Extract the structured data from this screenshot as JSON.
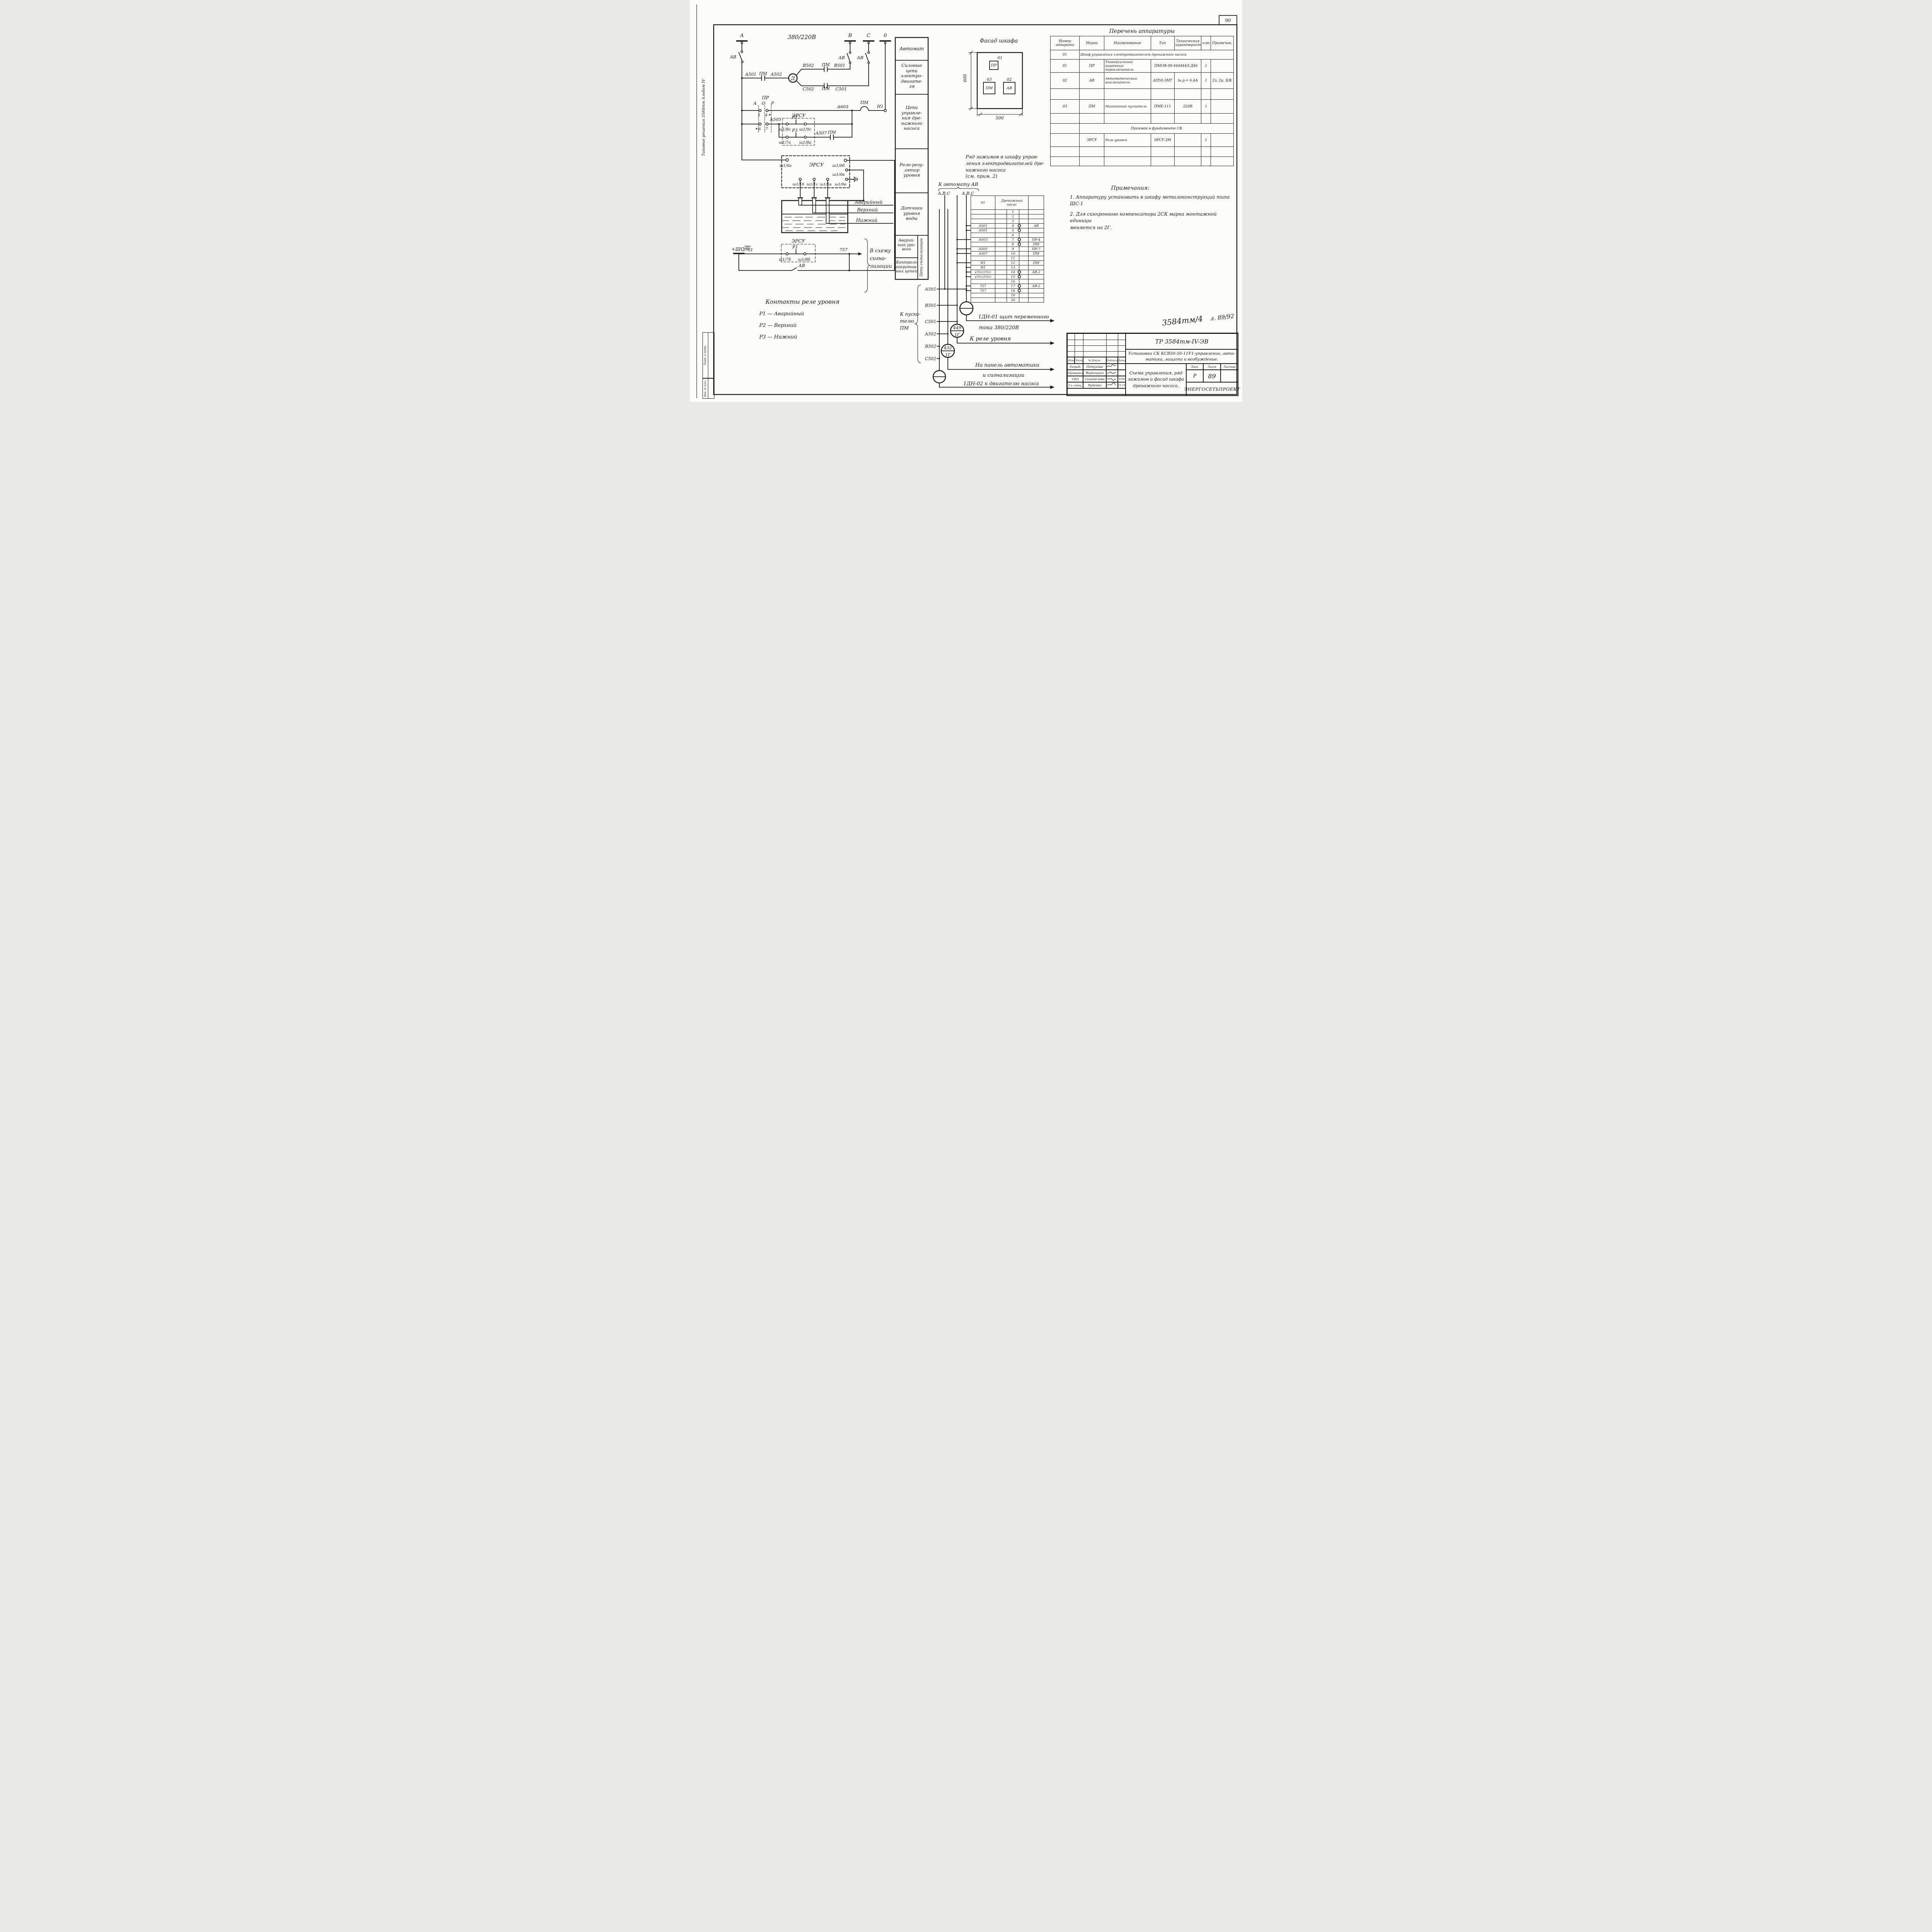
{
  "margin": {
    "page": "90",
    "side": "Типовые решения 3584тм      Альбом IV",
    "stamp_top": "Подп. и дата",
    "stamp_bottom": "Инв. № подл."
  },
  "power": {
    "voltage": "380/220В",
    "ph_a": "А",
    "ph_b": "В",
    "ph_c": "С",
    "ph_0": "0",
    "av1": "АВ",
    "av2": "АВ",
    "av3": "АВ",
    "a501": "А501",
    "pm_a": "ПМ",
    "a502": "А502",
    "b502": "В502",
    "pm_b": "ПМ",
    "b501": "В501",
    "c502": "С502",
    "pm_c": "ПМ",
    "c501": "С501",
    "motor": "Д"
  },
  "control": {
    "pr": "ПР",
    "col_a": "А",
    "col_o": "О",
    "col_r": "Р",
    "c1": "1",
    "c4": "4",
    "c6": "6",
    "c7": "7",
    "a505": "А505",
    "ersu": "ЭРСУ",
    "r2": "Р2",
    "r2_t1": "ш1/8с",
    "r2_t2": "ш1/9с",
    "r3": "Р3",
    "r3_t1": "ш1/7а",
    "r3_t2": "ш1/8а",
    "a507": "А507",
    "pm_ct": "ПМ",
    "a603": "А603",
    "pm_coil": "ПМ",
    "n1": "Н1"
  },
  "regulator": {
    "ersu": "ЭРСУ",
    "t0a": "ш1/0а",
    "t0b": "ш1/0б",
    "t0v": "ш1/0в",
    "b1": "ш1/1б",
    "b2": "ш1/1с",
    "b3": "ш1/1в",
    "b4": "ш1/0в"
  },
  "levels": {
    "l1": "Аварийный",
    "l2": "Верхний",
    "l3": "Нижний"
  },
  "signal": {
    "bus": "+ШС",
    "bus_idx": "III",
    "w3701": "3701",
    "ersu": "ЭРСУ",
    "r1": "Р1",
    "t1": "ш1/7б",
    "t2": "ш1/8б",
    "w757": "757",
    "av": "АВ",
    "dest": "В схему\nсигна-\nлизации"
  },
  "legend": {
    "title": "Контакты реле уровня",
    "i1": "Р1 — Аварийный",
    "i2": "Р2 — Верхний",
    "i3": "Р3 — Нижний"
  },
  "zones": {
    "z1": "Автомат",
    "z2": "Силовые\nцепи\nэлектро-\nдвигате-\nля",
    "z3": "Цепи\nуправле-\nния дре-\nнажного\nнасоса",
    "z4": "Реле-регу-\nлятор\nуровня",
    "z5": "Датчики\nуровня\nводы",
    "z6": "Аварий-\nный уро-\nвень",
    "z7": "Контроль\nоператив-\nных цепей",
    "vert": "Цепи сигнализации"
  },
  "facade": {
    "title": "Фасад шкафа",
    "dim_h": "600",
    "dim_w": "500",
    "pr": "ПР",
    "no_pr": "01",
    "pm": "ПМ",
    "no_pm": "03",
    "av": "АВ",
    "no_av": "02"
  },
  "tstrip": {
    "note": "Ряд зажимов в шкафу управ-\nления электродвигателей дре-\nнажного насоса\n(см. прим. 2)",
    "to_avt": "К автомату АВ",
    "abc1": "А,В,С",
    "abc2": "А,В,С",
    "dev": "01",
    "dev_name": "Дренажный\nнасос",
    "rows": [
      {
        "n": "1",
        "l": "",
        "r": ""
      },
      {
        "n": "2",
        "l": "",
        "r": ""
      },
      {
        "n": "3",
        "l": "",
        "r": ""
      },
      {
        "n": "4",
        "l": "А501",
        "r": "АВ"
      },
      {
        "n": "5",
        "l": "А501",
        "r": ""
      },
      {
        "n": "6",
        "l": "",
        "r": ""
      },
      {
        "n": "7",
        "l": "А503",
        "r": "ПР-4"
      },
      {
        "n": "8",
        "l": "",
        "r": "ПМ"
      },
      {
        "n": "9",
        "l": "А505",
        "r": "ПР-7"
      },
      {
        "n": "10",
        "l": "А507",
        "r": "ПМ"
      },
      {
        "n": "11",
        "l": "",
        "r": ""
      },
      {
        "n": "12",
        "l": "Н1",
        "r": "ПМ"
      },
      {
        "n": "13",
        "l": "Н1",
        "r": ""
      },
      {
        "n": "14",
        "l": "4701(3701)",
        "r": "АВ-2"
      },
      {
        "n": "15",
        "l": "4701(3701)",
        "r": ""
      },
      {
        "n": "16",
        "l": "",
        "r": ""
      },
      {
        "n": "17",
        "l": "757",
        "r": "АВ-2"
      },
      {
        "n": "18",
        "l": "757",
        "r": ""
      },
      {
        "n": "19",
        "l": "",
        "r": ""
      },
      {
        "n": "20",
        "l": "",
        "r": ""
      }
    ]
  },
  "feeders": {
    "label": "К пуска-\nтелю\nПМ",
    "w1": "А501",
    "w2": "В501",
    "w3": "С501",
    "w4": "А502",
    "w5": "В502",
    "w6": "С502"
  },
  "cables": {
    "c2n": "449",
    "c2u": "1Г",
    "c3n": "432",
    "c3u": "1Г"
  },
  "out": {
    "o1a": "1ДН-01 щит переменного",
    "o1b": "тока 380/220В",
    "o2": "К реле уровня",
    "o3a": "На панель автоматики",
    "o3b": "и сигнализации",
    "o4": "1ДН-02 к двигателю насоса"
  },
  "eq": {
    "title": "Перечень аппаратуры",
    "h1": "Номер\nаппарата",
    "h2": "Марка",
    "h3": "Наименование",
    "h4": "Тип",
    "h5": "Техническая\nхарактерист.",
    "h6": "к-во",
    "h7": "Примечан.",
    "r1_num": "01",
    "r1_text": "Шкаф управления  электродвигателем  дренажного насоса",
    "r2": {
      "num": "01",
      "marka": "ПР",
      "name": "Универсальный пакетный\nпереключатель",
      "tip": "ПМОФ-90-444444/I-Д46",
      "kvo": "1"
    },
    "r3": {
      "num": "02",
      "marka": "АВ",
      "name": "Автоматический\nвыключатель",
      "tip": "АП50-3МТ",
      "har": "Iн.р.= 6,4А",
      "kvo": "1",
      "prim": "2з, 2р. Б/К"
    },
    "r5": {
      "num": "03",
      "marka": "ПМ",
      "name": "Магнитный пускатель",
      "tip": "ПМЕ-111",
      "har": "220В",
      "kvo": "1"
    },
    "pit": "Приямок в фундаменте СК",
    "r8": {
      "marka": "ЭРСУ",
      "name": "Реле уровня",
      "tip": "ЭРСУ-3М",
      "kvo": "1"
    }
  },
  "notes": {
    "title": "Примечания:",
    "n1": "1.  Аппаратуру установить в шкафу металоконструкций типа\n      ШС-1",
    "n2": "2.  Для синхронного компенсатора 2СК марка монтажной единицы\n      меняется на 2Г."
  },
  "mark": {
    "doc": "3584тм/4",
    "sheet": "л. 89/92"
  },
  "tb": {
    "doc_no": "ТР 3584тм-IV-ЭВ",
    "project": "Установка СК  КСВ50-50-11У1-управление, авто-\nматика, защита и возбуждение.",
    "sheet_title": "Схема управления, ряд\nзажимов и фасад шкафа\nдренажного насоса.",
    "c1": "Изм",
    "c2": "Лист",
    "c3": "№ Докум.",
    "c4": "Подпись",
    "c5": "Дата",
    "row1_role": "Разраб.",
    "row1_name": "Петухова",
    "row2_role": "Проверил",
    "row2_name": "Верницкая",
    "row3_role": "ГИП",
    "row3_name": "Сагателова",
    "row3_date": "9.04",
    "row4_role": "Гл. спец.",
    "row4_name": "Руденко",
    "row4_date": "11.11",
    "lit_h": "Лит.",
    "list_h": "Лист",
    "listov_h": "Листов",
    "lit": "Р",
    "list": "89",
    "listov": "",
    "org": "ЭНЕРГОСЕТЬПРОЕКТ"
  }
}
